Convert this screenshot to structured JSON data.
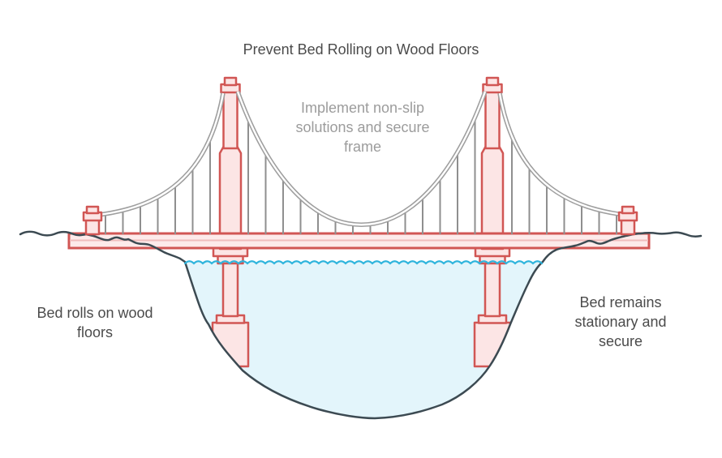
{
  "title": "Prevent Bed Rolling on Wood Floors",
  "labels": {
    "problem": "Bed rolls on wood\nfloors",
    "solution": "Implement non-slip\nsolutions and secure\nframe",
    "outcome": "Bed remains\nstationary and\nsecure"
  },
  "diagram": {
    "type": "suspension-bridge-metaphor",
    "elements": [
      "left-anchor-post",
      "left-tower",
      "right-tower",
      "right-anchor-post",
      "suspension-cables",
      "hanger-cables",
      "bridge-deck",
      "water",
      "shoreline"
    ]
  },
  "colors": {
    "background": "#ffffff",
    "text-dark": "#4b4b4b",
    "text-gray": "#9c9c9c",
    "bridge-red": "#d15654",
    "bridge-pink": "#fce5e5",
    "deck-pink": "#fdeaea",
    "deck-inner-line": "#f0bcbc",
    "cable-gray": "#9e9e9e",
    "hanger-gray": "#8f8f8f",
    "terrain-dark": "#3c4a52",
    "water-fill": "#e3f5fb",
    "wave-cyan": "#2eb4dc"
  }
}
